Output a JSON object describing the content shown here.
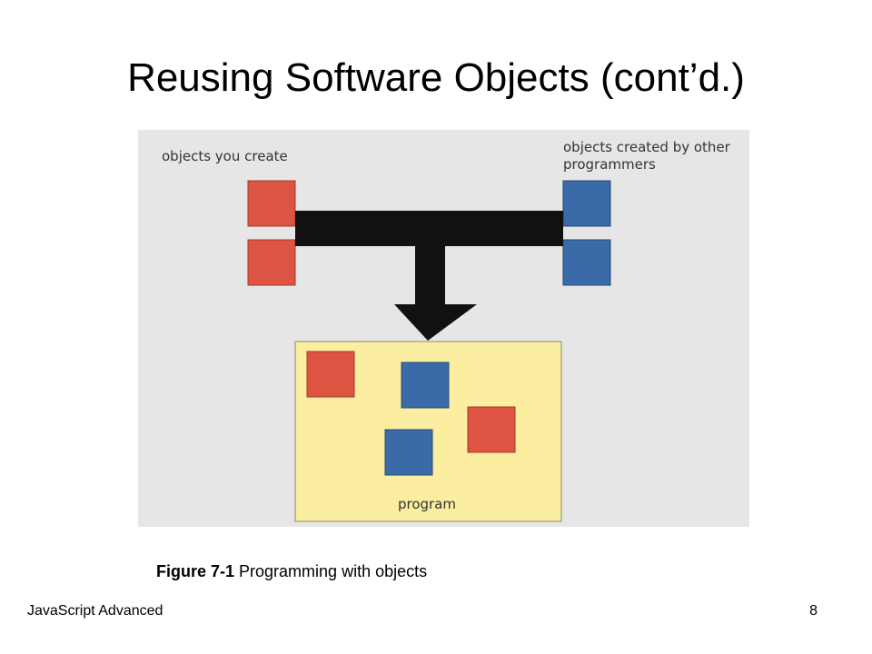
{
  "slide": {
    "title": "Reusing Software Objects (cont’d.)",
    "caption_bold": "Figure 7-1",
    "caption_text": " Programming with objects",
    "footer_left": "JavaScript Advanced",
    "page_number": "8"
  },
  "figure": {
    "label_left": "objects you create",
    "label_right_line1": "objects created by other",
    "label_right_line2": "programmers",
    "label_program": "program",
    "colors": {
      "background": "#e6e6e6",
      "red_object": "#de5442",
      "blue_object": "#3a6aa8",
      "program_box": "#fbeea0",
      "arrow": "#111111"
    }
  }
}
